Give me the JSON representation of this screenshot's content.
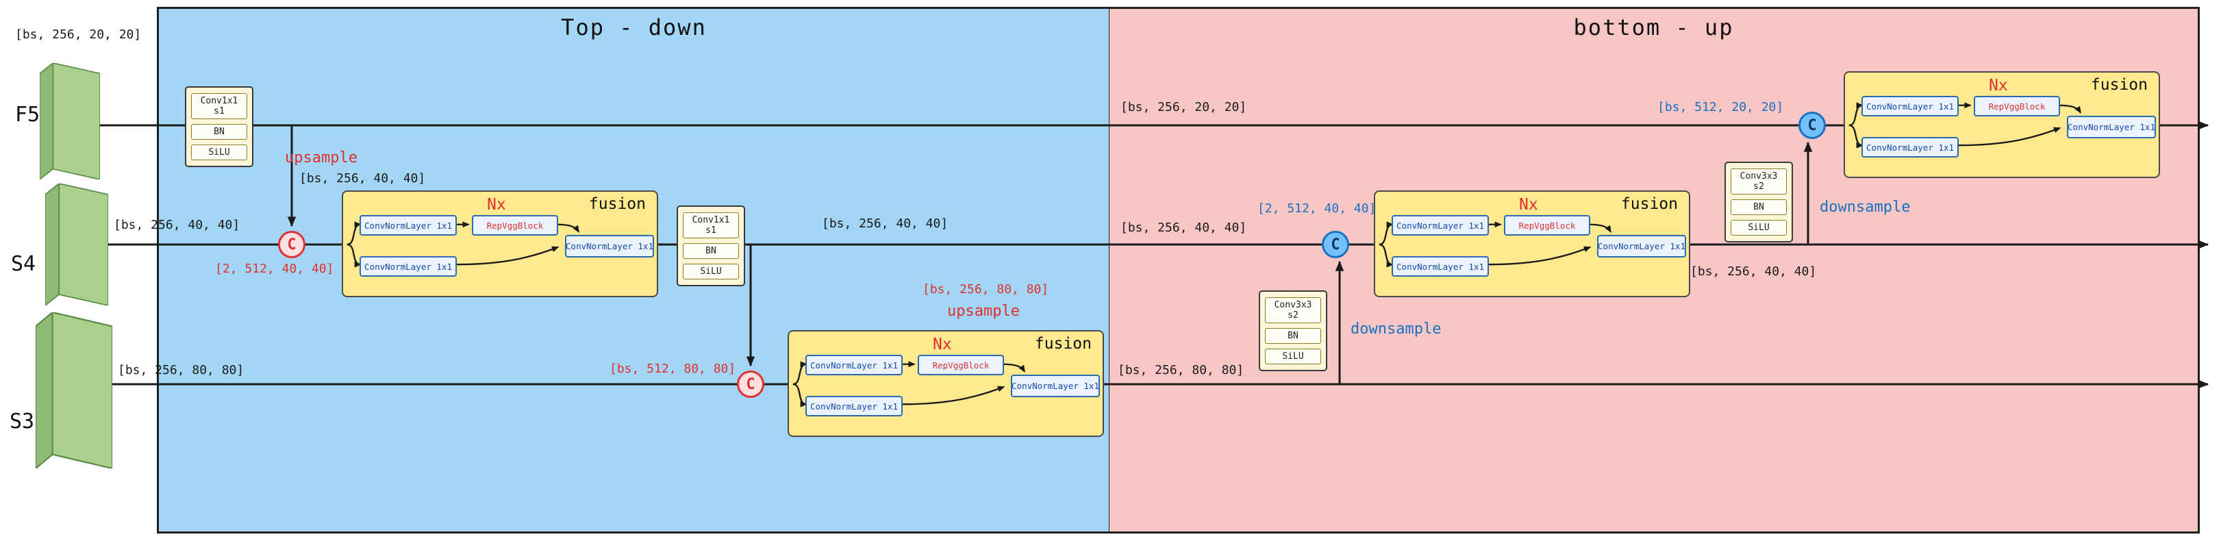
{
  "colors": {
    "accent_red": "#e03131",
    "accent_blue": "#1971c2",
    "region_top_down_bg": "#a3d5f5",
    "region_bottom_up_bg": "#f9c6c6",
    "fusion_bg": "#ffe98f",
    "feature_map_green": "#abd08e"
  },
  "regions": {
    "top_down": "Top - down",
    "bottom_up": "bottom - up"
  },
  "inputs": {
    "f5": {
      "label": "F5",
      "shape": "[bs, 256, 20, 20]"
    },
    "s4": {
      "label": "S4",
      "shape": "[bs, 256, 40, 40]"
    },
    "s3": {
      "label": "S3",
      "shape": "[bs, 256, 80, 80]"
    }
  },
  "fusion_block": {
    "repeat": "Nx",
    "title": "fusion",
    "conv_top": "ConvNormLayer 1x1",
    "repvgg": "RepVggBlock",
    "conv_bottom": "ConvNormLayer 1x1",
    "conv_out": "ConvNormLayer 1x1"
  },
  "stacks": {
    "upsample": [
      "Conv1x1 s1",
      "BN",
      "SiLU"
    ],
    "downsample": [
      "Conv3x3 s2",
      "BN",
      "SiLU"
    ]
  },
  "flow_labels": {
    "upsample": "upsample",
    "downsample": "downsample"
  },
  "concat": {
    "letter": "C"
  },
  "annotations": {
    "upsample1_out": "[bs, 256, 40, 40]",
    "concat1_shape": "[2, 512, 40, 40]",
    "fusion1_out": "[bs, 256, 40, 40]",
    "upsample2_out": "[bs, 256, 80, 80]",
    "concat2_shape": "[bs, 512, 80, 80]",
    "bu_f5_in": "[bs, 256, 20, 20]",
    "bu_s4_in": "[bs, 256, 40, 40]",
    "bu_s3_in": "[bs, 256, 80, 80]",
    "concat3_shape": "[2, 512, 40, 40]",
    "fusion3_out": "[bs, 256, 40, 40]",
    "concat4_shape": "[bs, 512, 20, 20]"
  }
}
